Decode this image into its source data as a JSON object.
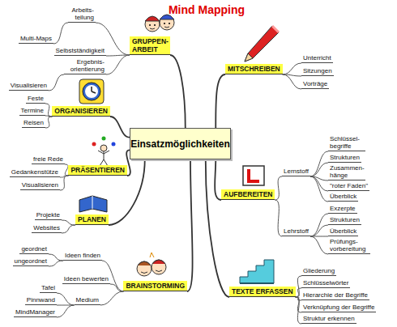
{
  "diagram": {
    "title": "Mind Mapping",
    "nodes": [
      {
        "text": [
          "Einsatzmöglichkeiten"
        ]
      },
      {
        "text": [
          "GRUPPEN- ARBEIT"
        ]
      },
      {
        "text": [
          "Arbeits- teilung"
        ]
      },
      {
        "text": [
          "Multi-Maps"
        ]
      },
      {
        "text": [
          "Selbstständigkeit"
        ]
      },
      {
        "text": [
          "Ergebnis- orientierung"
        ]
      },
      {
        "text": [
          "Visualisieren"
        ]
      },
      {
        "text": [
          "MITSCHREIBEN"
        ]
      },
      {
        "text": [
          "Unterricht"
        ]
      },
      {
        "text": [
          "Sitzungen"
        ]
      },
      {
        "text": [
          "Vorträge"
        ]
      },
      {
        "text": [
          "ORGANISIEREN"
        ]
      },
      {
        "text": [
          "Feste"
        ]
      },
      {
        "text": [
          "Termine"
        ]
      },
      {
        "text": [
          "Reisen"
        ]
      },
      {
        "text": [
          "PRÄSENTIEREN"
        ]
      },
      {
        "text": [
          "freie Rede"
        ]
      },
      {
        "text": [
          "Gedankenstütze"
        ]
      },
      {
        "text": [
          "Visualisieren"
        ]
      },
      {
        "text": [
          "AUFBEREITEN"
        ]
      },
      {
        "text": [
          "Lernstoff"
        ]
      },
      {
        "text": [
          "Schlüssel- begriffe"
        ]
      },
      {
        "text": [
          "Strukturen"
        ]
      },
      {
        "text": [
          "Zusammen- hänge"
        ]
      },
      {
        "text": [
          "\"roter Faden\""
        ]
      },
      {
        "text": [
          "Überblick"
        ]
      },
      {
        "text": [
          "Lehrstoff"
        ]
      },
      {
        "text": [
          "Exzerpte"
        ]
      },
      {
        "text": [
          "Strukturen"
        ]
      },
      {
        "text": [
          "Überblick"
        ]
      },
      {
        "text": [
          "Prüfungs- vorbereitung"
        ]
      },
      {
        "text": [
          "PLANEN"
        ]
      },
      {
        "text": [
          "Projekte"
        ]
      },
      {
        "text": [
          "Websites"
        ]
      },
      {
        "text": [
          "BRAINSTORMING"
        ]
      },
      {
        "text": [
          "Ideen finden"
        ]
      },
      {
        "text": [
          "geordnet"
        ]
      },
      {
        "text": [
          "ungeordnet"
        ]
      },
      {
        "text": [
          "Ideen bewerten"
        ]
      },
      {
        "text": [
          "Medium"
        ]
      },
      {
        "text": [
          "Tafel"
        ]
      },
      {
        "text": [
          "Pinnwand"
        ]
      },
      {
        "text": [
          "MindManager"
        ]
      },
      {
        "text": [
          "TEXTE ERFASSEN"
        ]
      },
      {
        "text": [
          "Gliederung"
        ]
      },
      {
        "text": [
          "Schlüsselwörter"
        ]
      },
      {
        "text": [
          "Hierarchie der Begriffe"
        ]
      },
      {
        "text": [
          "Verknüpfung der Begriffe"
        ]
      },
      {
        "text": [
          "Struktur erkennen"
        ]
      }
    ],
    "edges": [
      {
        "from": 0,
        "to": 1,
        "arrow": "none"
      },
      {
        "from": 1,
        "to": 2,
        "arrow": "none"
      },
      {
        "from": 2,
        "to": 3,
        "arrow": "none"
      },
      {
        "from": 1,
        "to": 4,
        "arrow": "none"
      },
      {
        "from": 1,
        "to": 5,
        "arrow": "none"
      },
      {
        "from": 5,
        "to": 6,
        "arrow": "none"
      },
      {
        "from": 0,
        "to": 7,
        "arrow": "none"
      },
      {
        "from": 7,
        "to": 8,
        "arrow": "none"
      },
      {
        "from": 7,
        "to": 9,
        "arrow": "none"
      },
      {
        "from": 7,
        "to": 10,
        "arrow": "none"
      },
      {
        "from": 0,
        "to": 11,
        "arrow": "none"
      },
      {
        "from": 11,
        "to": 12,
        "arrow": "none"
      },
      {
        "from": 11,
        "to": 13,
        "arrow": "none"
      },
      {
        "from": 11,
        "to": 14,
        "arrow": "none"
      },
      {
        "from": 0,
        "to": 15,
        "arrow": "none"
      },
      {
        "from": 15,
        "to": 16,
        "arrow": "none"
      },
      {
        "from": 15,
        "to": 17,
        "arrow": "none"
      },
      {
        "from": 15,
        "to": 18,
        "arrow": "none"
      },
      {
        "from": 0,
        "to": 19,
        "arrow": "none"
      },
      {
        "from": 19,
        "to": 20,
        "arrow": "none"
      },
      {
        "from": 20,
        "to": 21,
        "arrow": "none"
      },
      {
        "from": 20,
        "to": 22,
        "arrow": "none"
      },
      {
        "from": 20,
        "to": 23,
        "arrow": "none"
      },
      {
        "from": 20,
        "to": 24,
        "arrow": "none"
      },
      {
        "from": 20,
        "to": 25,
        "arrow": "none"
      },
      {
        "from": 19,
        "to": 26,
        "arrow": "none"
      },
      {
        "from": 26,
        "to": 27,
        "arrow": "none"
      },
      {
        "from": 26,
        "to": 28,
        "arrow": "none"
      },
      {
        "from": 26,
        "to": 29,
        "arrow": "none"
      },
      {
        "from": 26,
        "to": 30,
        "arrow": "none"
      },
      {
        "from": 0,
        "to": 31,
        "arrow": "none"
      },
      {
        "from": 31,
        "to": 32,
        "arrow": "none"
      },
      {
        "from": 31,
        "to": 33,
        "arrow": "none"
      },
      {
        "from": 0,
        "to": 34,
        "arrow": "none"
      },
      {
        "from": 34,
        "to": 35,
        "arrow": "none"
      },
      {
        "from": 35,
        "to": 36,
        "arrow": "none"
      },
      {
        "from": 35,
        "to": 37,
        "arrow": "none"
      },
      {
        "from": 34,
        "to": 38,
        "arrow": "none"
      },
      {
        "from": 34,
        "to": 39,
        "arrow": "none"
      },
      {
        "from": 39,
        "to": 40,
        "arrow": "none"
      },
      {
        "from": 39,
        "to": 41,
        "arrow": "none"
      },
      {
        "from": 39,
        "to": 42,
        "arrow": "none"
      },
      {
        "from": 0,
        "to": 43,
        "arrow": "none"
      },
      {
        "from": 43,
        "to": 44,
        "arrow": "none"
      },
      {
        "from": 43,
        "to": 45,
        "arrow": "none"
      },
      {
        "from": 43,
        "to": 46,
        "arrow": "none"
      },
      {
        "from": 43,
        "to": 47,
        "arrow": "none"
      },
      {
        "from": 43,
        "to": 48,
        "arrow": "none"
      }
    ]
  }
}
